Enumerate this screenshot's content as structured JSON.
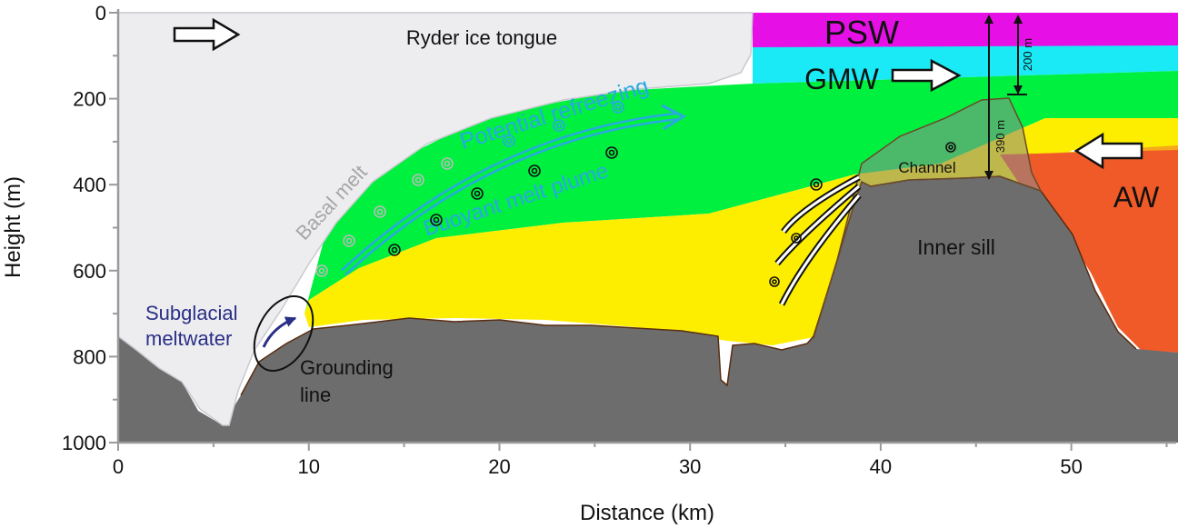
{
  "chart_data": {
    "type": "diagram",
    "xlabel": "Distance (km)",
    "ylabel": "Height (m)",
    "xlim": [
      0,
      55.5
    ],
    "ylim": [
      0,
      1000
    ],
    "y_inverted": true,
    "x_ticks": [
      0,
      10,
      20,
      30,
      40,
      50
    ],
    "y_ticks": [
      0,
      200,
      400,
      600,
      800,
      1000
    ]
  },
  "labels": {
    "ice_tongue": "Ryder ice tongue",
    "psw": "PSW",
    "gmw": "GMW",
    "aw": "AW",
    "potential_refreezing": "Potential refreezing",
    "buoyant_plume": "Buoyant melt plume",
    "basal_melt": "Basal melt",
    "subglacial_line1": "Subglacial",
    "subglacial_line2": "meltwater",
    "grounding_line1": "Grounding",
    "grounding_line2": "line",
    "channel": "Channel",
    "inner_sill": "Inner sill",
    "dim_200": "200 m",
    "dim_390": "390 m"
  },
  "colors": {
    "psw": "#e60fe6",
    "gmw": "#19eaf5",
    "green_layer": "#00f040",
    "yellow_layer": "#fdee00",
    "aw": "#f05a28",
    "bedrock": "#6d6d6d",
    "ice": "#ededf0",
    "blue_text": "#29a9e0",
    "subglacial_text": "#2a2f86"
  }
}
